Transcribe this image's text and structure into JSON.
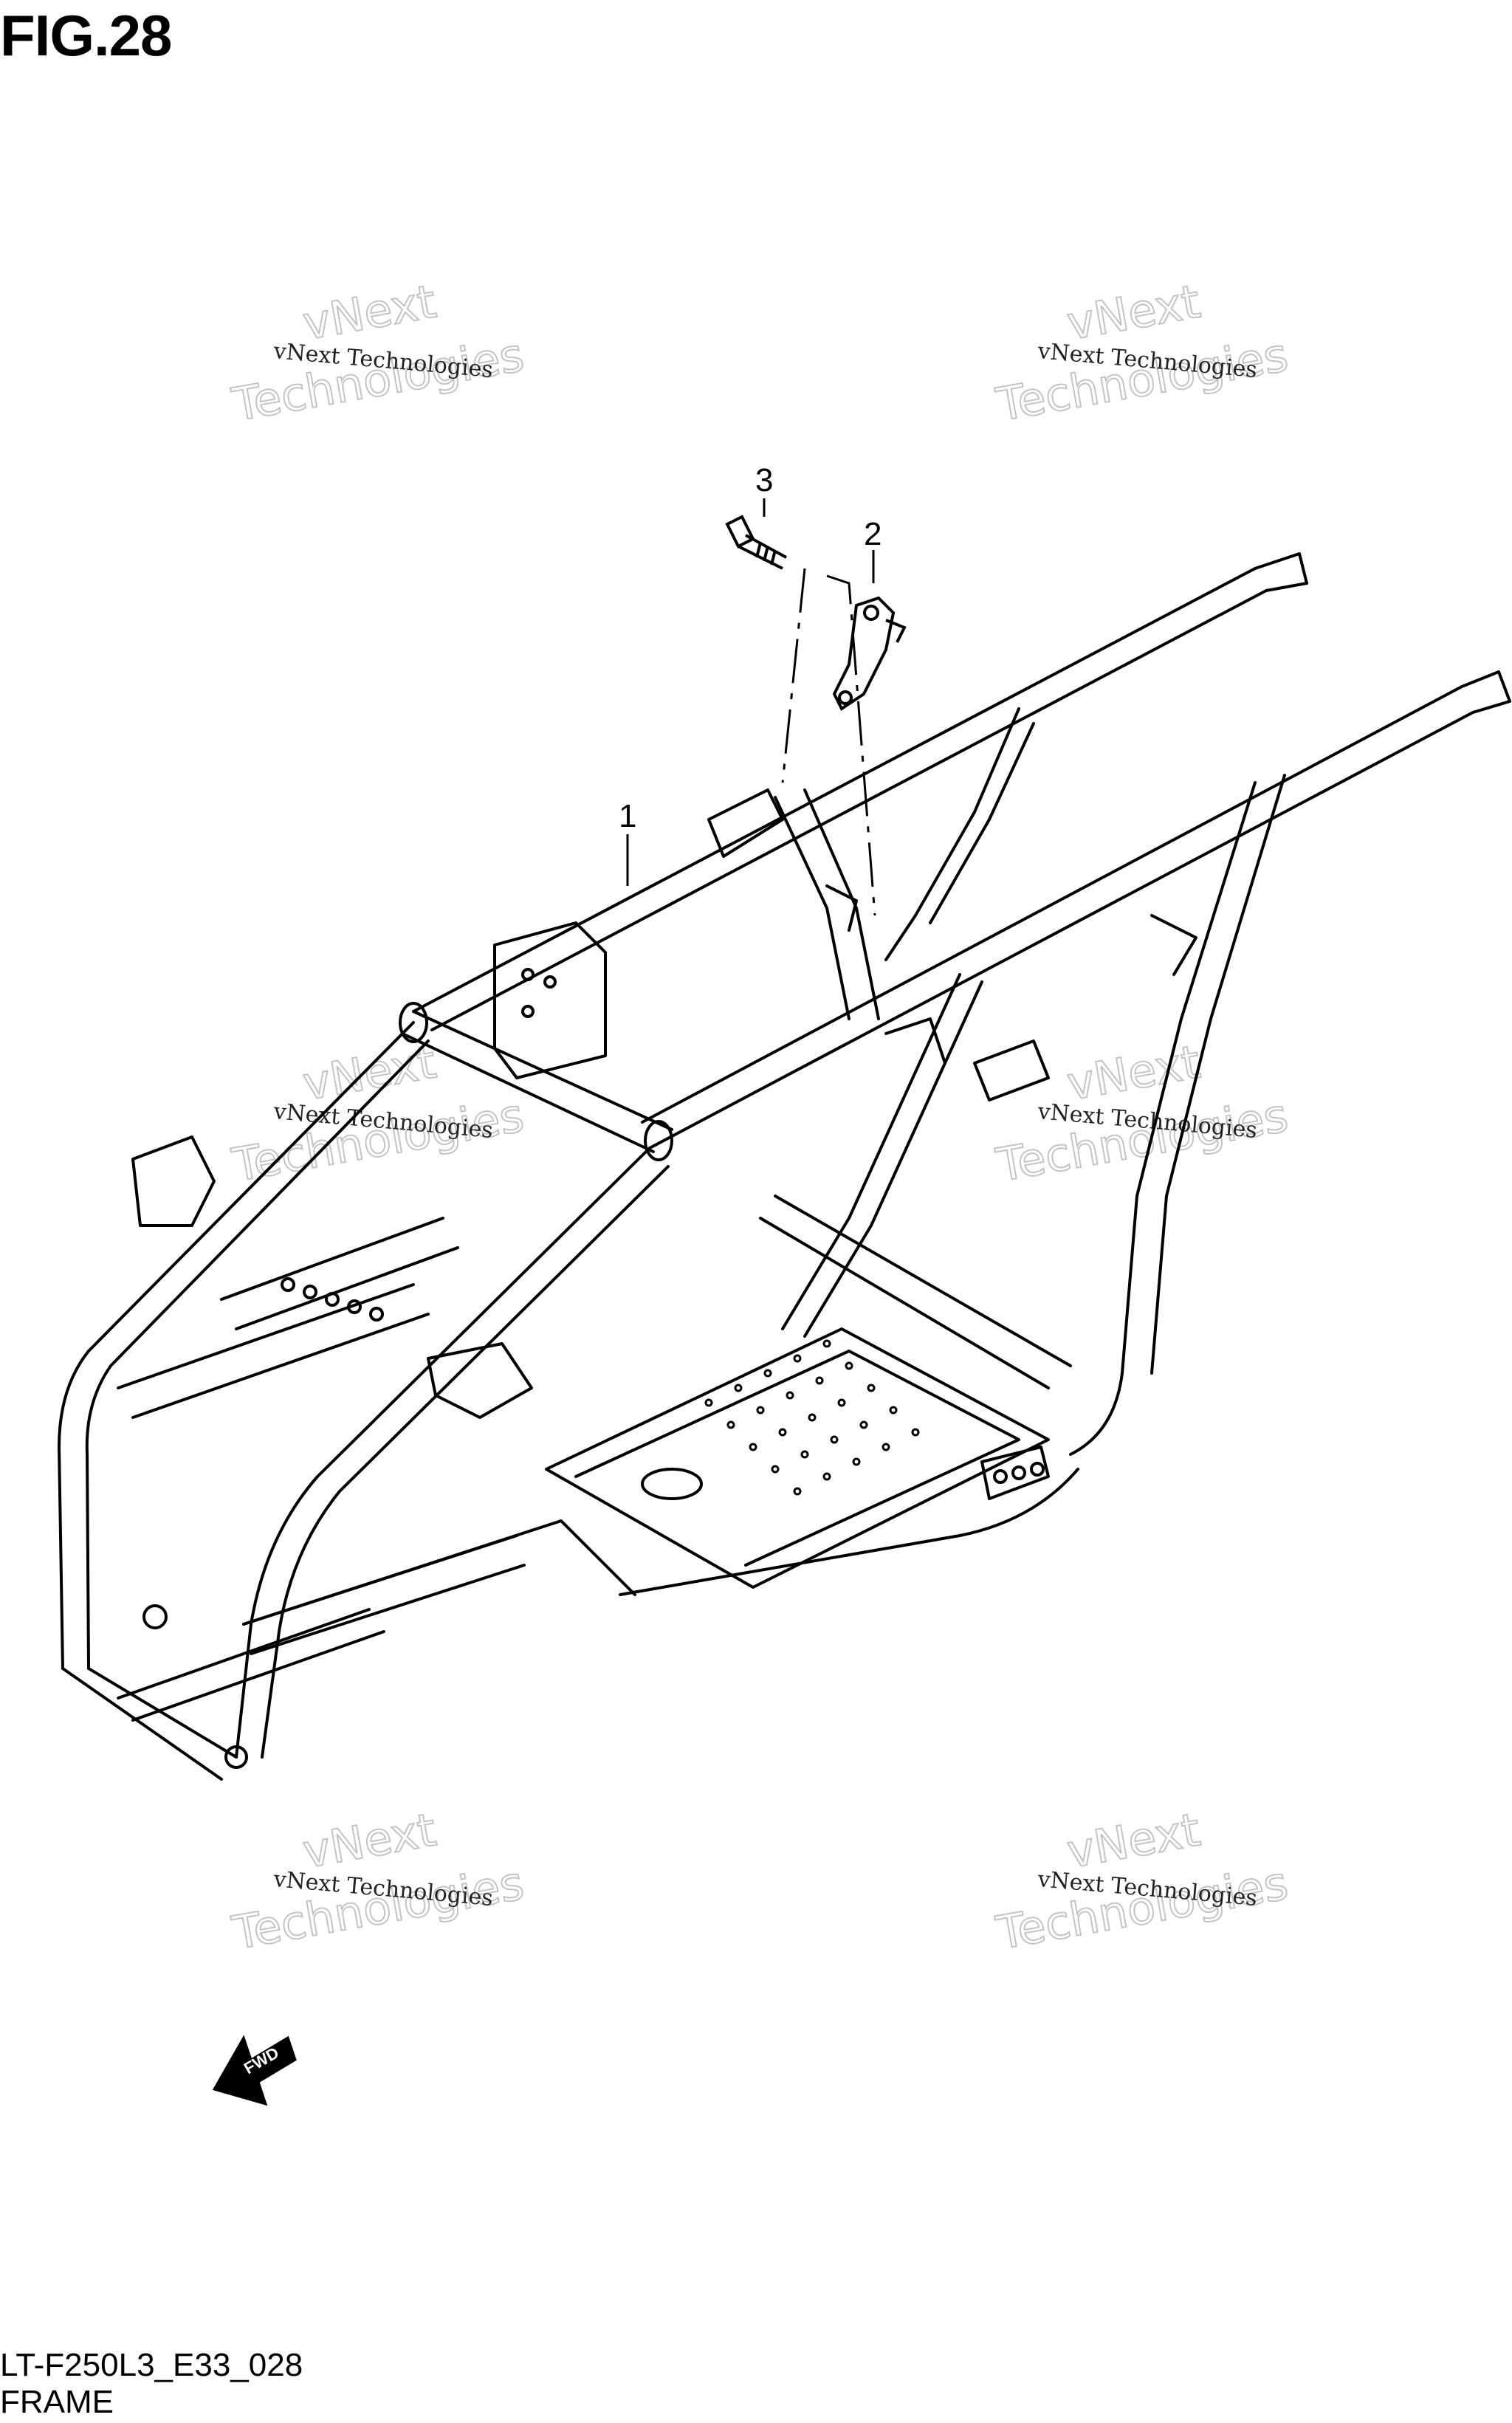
{
  "figure": {
    "title": "FIG.28"
  },
  "callouts": [
    {
      "number": "1",
      "part": "frame"
    },
    {
      "number": "2",
      "part": "bracket"
    },
    {
      "number": "3",
      "part": "bolt"
    }
  ],
  "watermarks": [
    {
      "line1": "vNext Technologies",
      "line2": "vNext",
      "line3": "Technologies"
    },
    {
      "line1": "vNext Technologies",
      "line2": "vNext",
      "line3": "Technologies"
    },
    {
      "line1": "vNext Technologies",
      "line2": "vNext",
      "line3": "Technologies"
    },
    {
      "line1": "vNext Technologies",
      "line2": "vNext",
      "line3": "Technologies"
    },
    {
      "line1": "vNext Technologies",
      "line2": "vNext",
      "line3": "Technologies"
    },
    {
      "line1": "vNext Technologies",
      "line2": "vNext",
      "line3": "Technologies"
    }
  ],
  "fwd_arrow": {
    "label": "FWD"
  },
  "footer": {
    "code": "LT-F250L3_E33_028",
    "name": "FRAME"
  }
}
